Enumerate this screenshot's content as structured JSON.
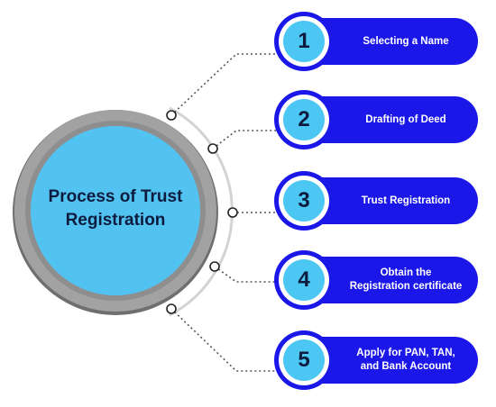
{
  "diagram": {
    "center_title": "Process of Trust Registration",
    "colors": {
      "pill": "#1a17e8",
      "badge_fill": "#4cc6f2",
      "center_fill": "#52c3f0",
      "center_ring": "#8e8e8e",
      "arc": "#d3d3d3",
      "connector": "#555555",
      "text_dark": "#0d1b3e"
    },
    "steps": [
      {
        "number": "1",
        "label": "Selecting a Name"
      },
      {
        "number": "2",
        "label": "Drafting of Deed"
      },
      {
        "number": "3",
        "label": "Trust Registration"
      },
      {
        "number": "4",
        "label": "Obtain the\nRegistration certificate"
      },
      {
        "number": "5",
        "label": "Apply for PAN, TAN,\nand Bank Account"
      }
    ]
  }
}
